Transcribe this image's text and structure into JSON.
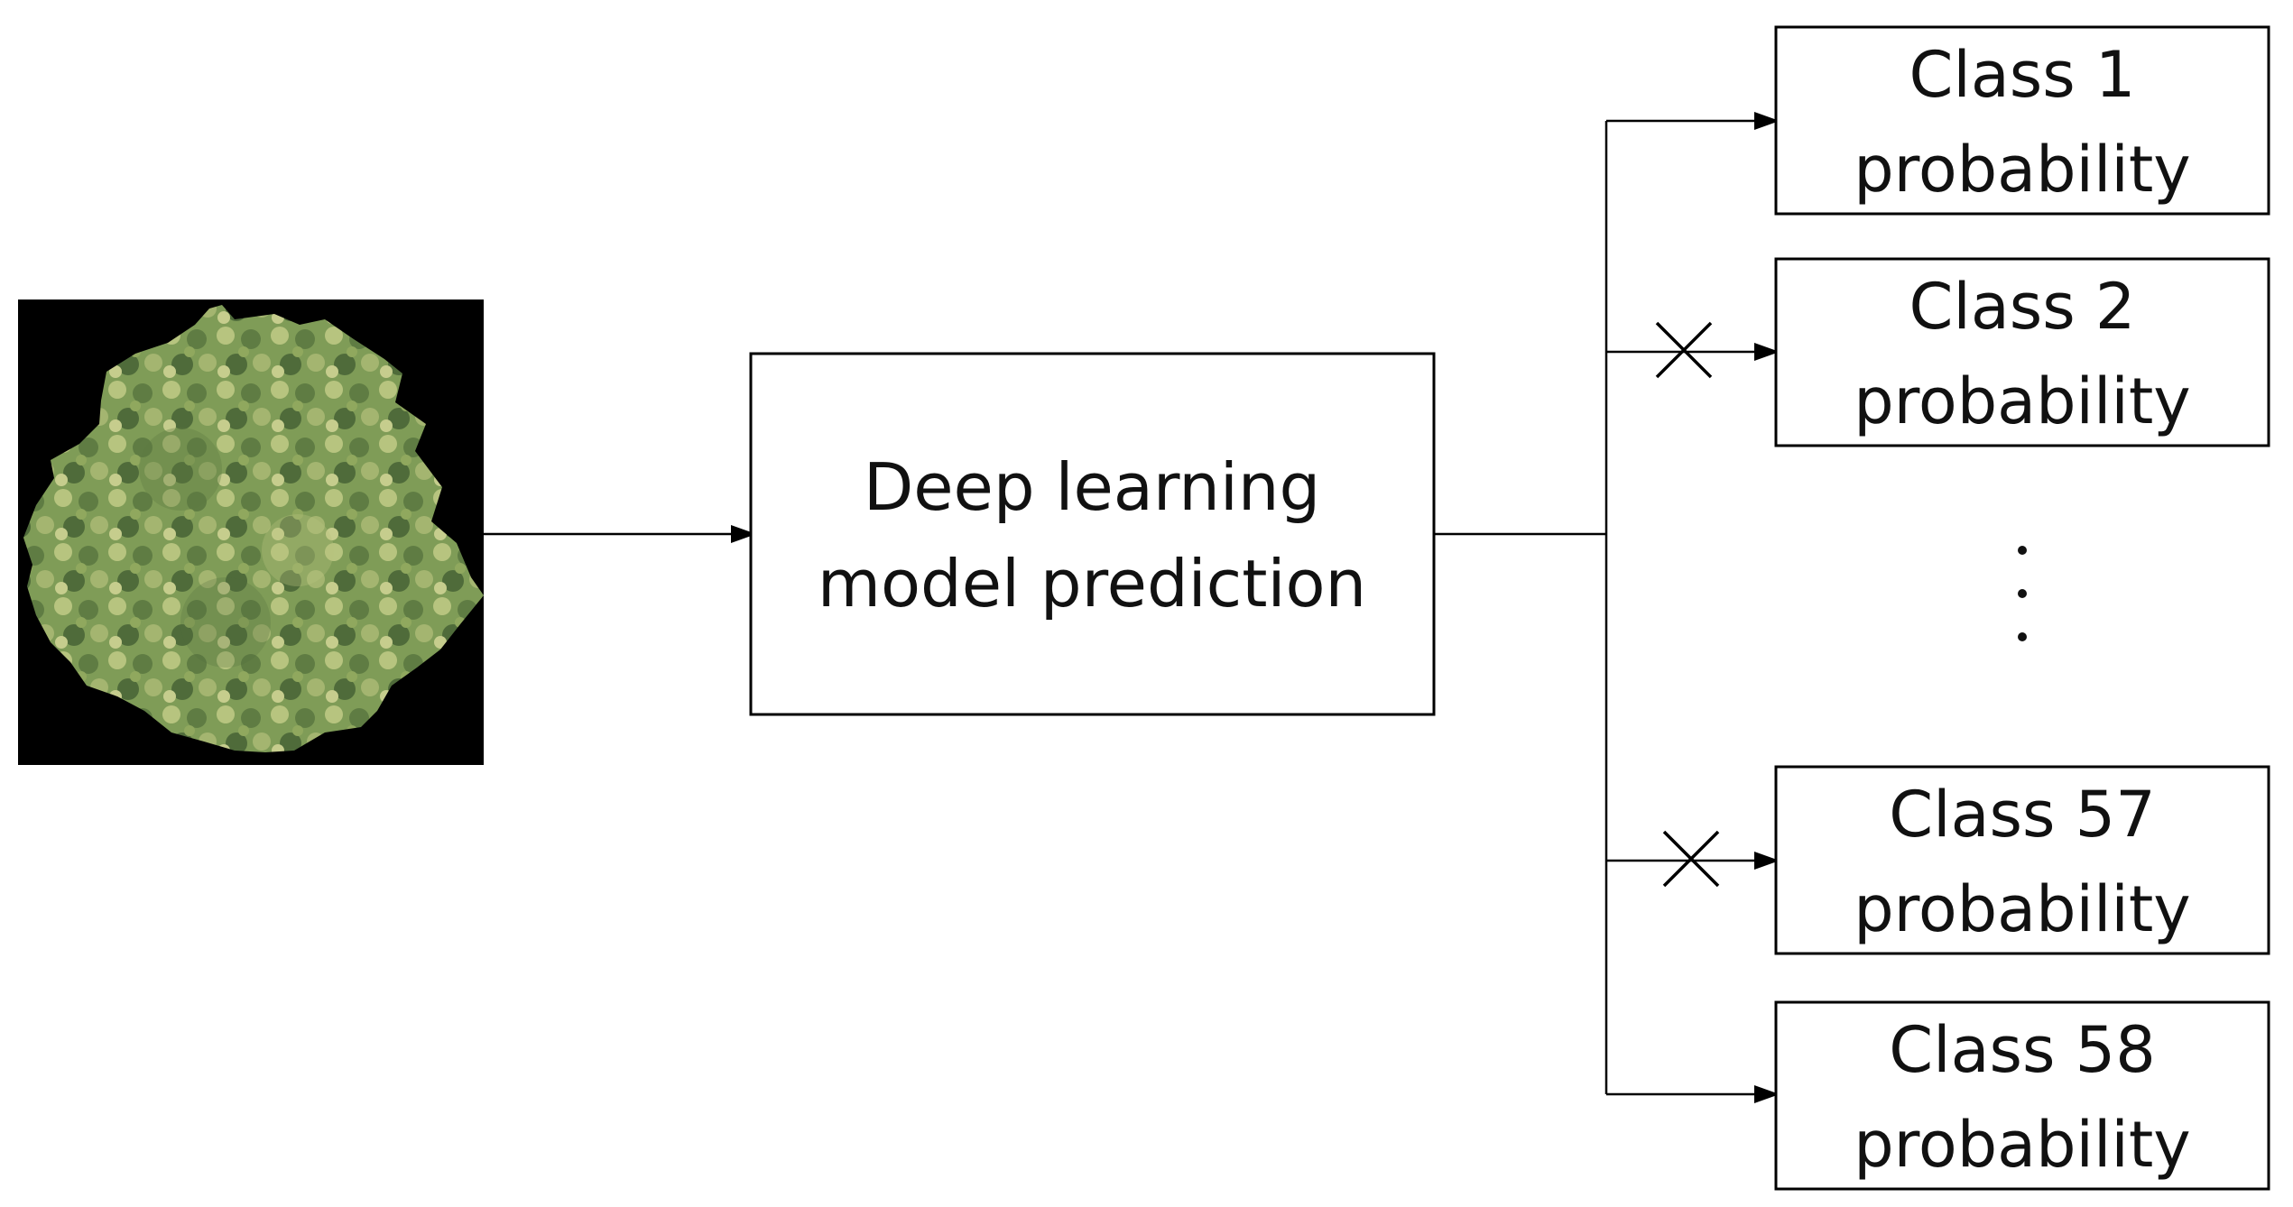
{
  "diagram": {
    "input_image": {
      "content": "tree-canopy-aerial-image"
    },
    "model": {
      "line1": "Deep learning",
      "line2": "model prediction"
    },
    "outputs": [
      {
        "line1": "Class 1",
        "line2": "probability",
        "crossed": false
      },
      {
        "line1": "Class 2",
        "line2": "probability",
        "crossed": true
      },
      {
        "line1": "Class 57",
        "line2": "probability",
        "crossed": true
      },
      {
        "line1": "Class 58",
        "line2": "probability",
        "crossed": false
      }
    ],
    "colors": {
      "canvas_background": "#ffffff",
      "image_background": "#000000",
      "canopy_base": "#7f9c57",
      "canopy_light": "#b7c47f",
      "canopy_dark": "#4f6b3a",
      "lines": "#000000"
    }
  }
}
